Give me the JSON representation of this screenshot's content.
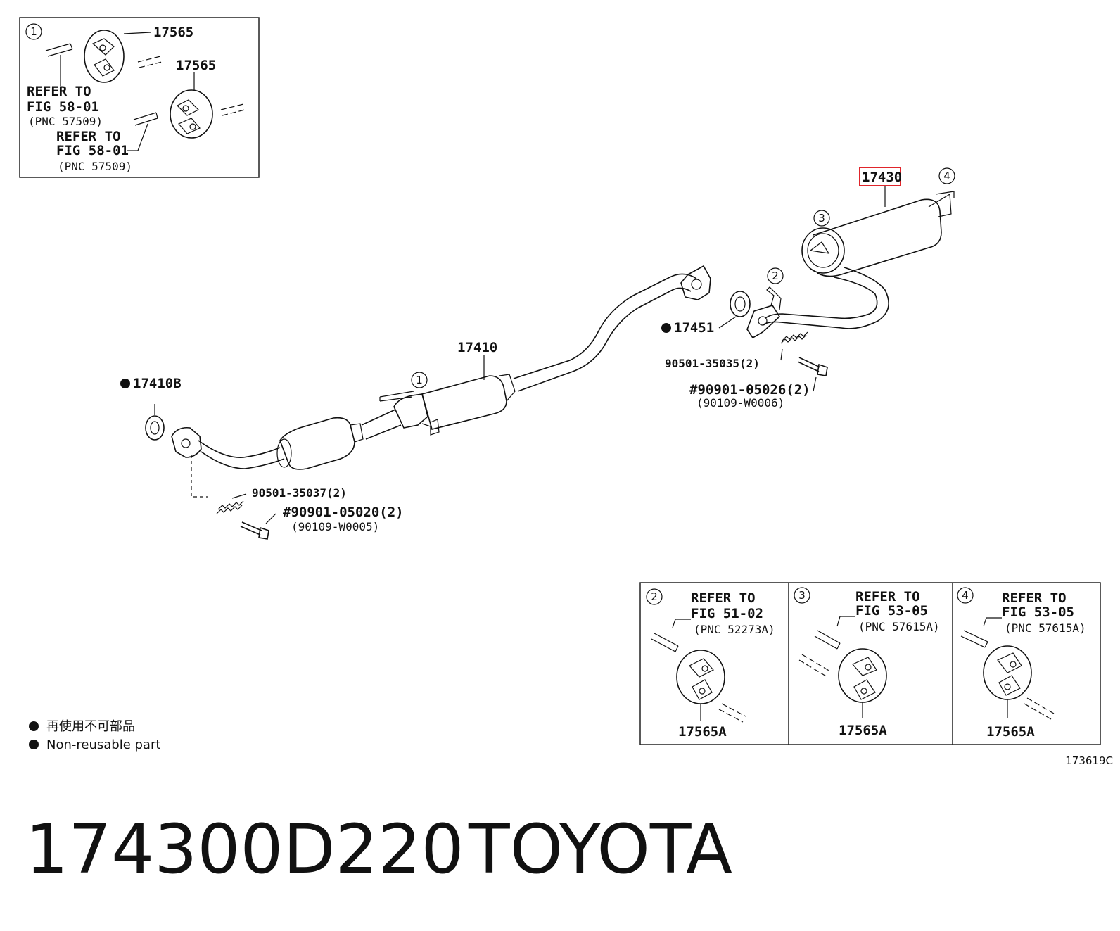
{
  "inset1": {
    "num": "1",
    "part_a": "17565",
    "part_b": "17565",
    "ref1": [
      "REFER TO",
      "FIG 58-01",
      "(PNC 57509)"
    ],
    "ref2": [
      "REFER TO",
      "FIG 58-01",
      "(PNC 57509)"
    ]
  },
  "main": {
    "muffler_part": "17430",
    "callout_3": "3",
    "callout_4": "4",
    "callout_2": "2",
    "callout_1": "1",
    "gasket_17451": "17451",
    "pipe_17410": "17410",
    "gasket_17410b": "17410B",
    "spring_upper": "90501-35035(2)",
    "bolt_upper": "#90901-05026(2)",
    "bolt_upper_alt": "(90109-W0006)",
    "spring_lower": "90501-35037(2)",
    "bolt_lower": "#90901-05020(2)",
    "bolt_lower_alt": "(90109-W0005)"
  },
  "insets_bottom": [
    {
      "num": "2",
      "ref": [
        "REFER TO",
        "FIG 51-02",
        "(PNC 52273A)"
      ],
      "part": "17565A"
    },
    {
      "num": "3",
      "ref": [
        "REFER TO",
        "FIG 53-05",
        "(PNC 57615A)"
      ],
      "part": "17565A"
    },
    {
      "num": "4",
      "ref": [
        "REFER TO",
        "FIG 53-05",
        "(PNC 57615A)"
      ],
      "part": "17565A"
    }
  ],
  "legend": {
    "line_jp": "再使用不可部品",
    "line_en": "Non-reusable part"
  },
  "figure_code": "173619C",
  "title": {
    "part_number": "174300D220",
    "brand": "TOYOTA"
  },
  "colors": {
    "ink": "#111111",
    "highlight": "#e0252b",
    "background": "#ffffff"
  }
}
